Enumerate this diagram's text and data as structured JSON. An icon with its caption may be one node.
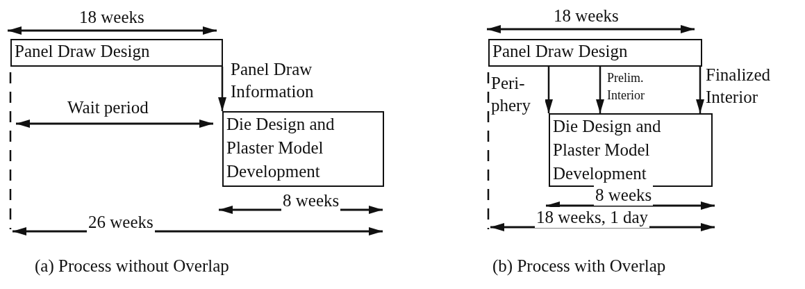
{
  "diagram": {
    "nodes": [
      {
        "text": [
          "Panel Draw Design"
        ],
        "beside": [
          "18 weeks"
        ]
      },
      {
        "text": [
          "Die Design and Plaster Model Development"
        ],
        "beside": [
          "8 weeks"
        ]
      },
      {
        "text": [
          "Panel Draw Design"
        ],
        "beside": [
          "18 weeks"
        ]
      },
      {
        "text": [
          "Die Design and Plaster Model Development"
        ],
        "beside": [
          "8 weeks"
        ]
      }
    ],
    "edges": [
      {
        "from": 0,
        "to": 1,
        "arrow": "to",
        "label": "Panel Draw Information"
      },
      {
        "from": 2,
        "to": 3,
        "arrow": "to",
        "label": "Peri- phery"
      },
      {
        "from": 2,
        "to": 3,
        "arrow": "to",
        "label": "Prelim. Interior"
      },
      {
        "from": 2,
        "to": 3,
        "arrow": "to",
        "label": "Finalized Interior"
      }
    ],
    "labels": [
      "Wait period",
      "26 weeks",
      "18 weeks, 1 day",
      "(a) Process without Overlap",
      "(b) Process with Overlap"
    ]
  }
}
